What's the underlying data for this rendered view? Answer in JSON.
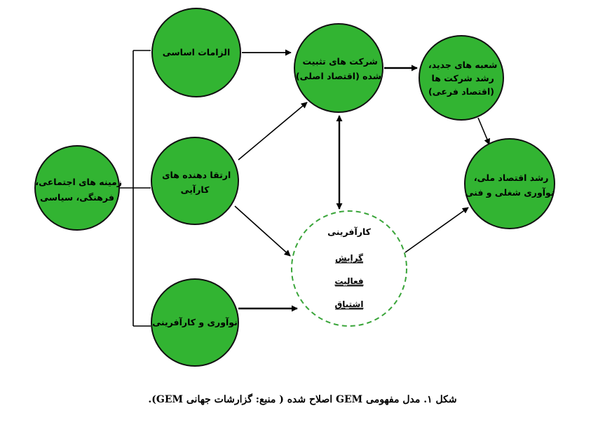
{
  "diagram": {
    "nodes": {
      "context": [
        "زمینه های اجتماعی،",
        "فرهنگی، سیاسی"
      ],
      "basic_requirements": [
        "الزامات اساسی"
      ],
      "efficiency_enhancers": [
        "ارتقا دهنده های",
        "کارآیی"
      ],
      "innovation_entrepreneurship": [
        "نوآوری و کارآفرینی"
      ],
      "established_firms": [
        "شرکت های تثبیت",
        "شده (اقتصاد اصلی)"
      ],
      "new_branches": [
        "شعبه های جدید،",
        "رشد شرکت ها",
        "(اقتصاد فرعی)"
      ],
      "national_growth": [
        "رشد اقتصاد ملی،",
        "نوآوری شغلی و فنی"
      ]
    },
    "entrepreneurship": {
      "title": "کارآفرینی",
      "items": [
        "گرایش",
        "فعالیت",
        "اشتیاق"
      ]
    },
    "colors": {
      "node_fill": "#32b432",
      "node_stroke": "#111111",
      "dashed_stroke": "#3aa53a",
      "edge": "#000000"
    }
  },
  "caption": "شکل ۱. مدل مفهومی GEM اصلاح شده ( منبع: گزارشات جهانی GEM)."
}
